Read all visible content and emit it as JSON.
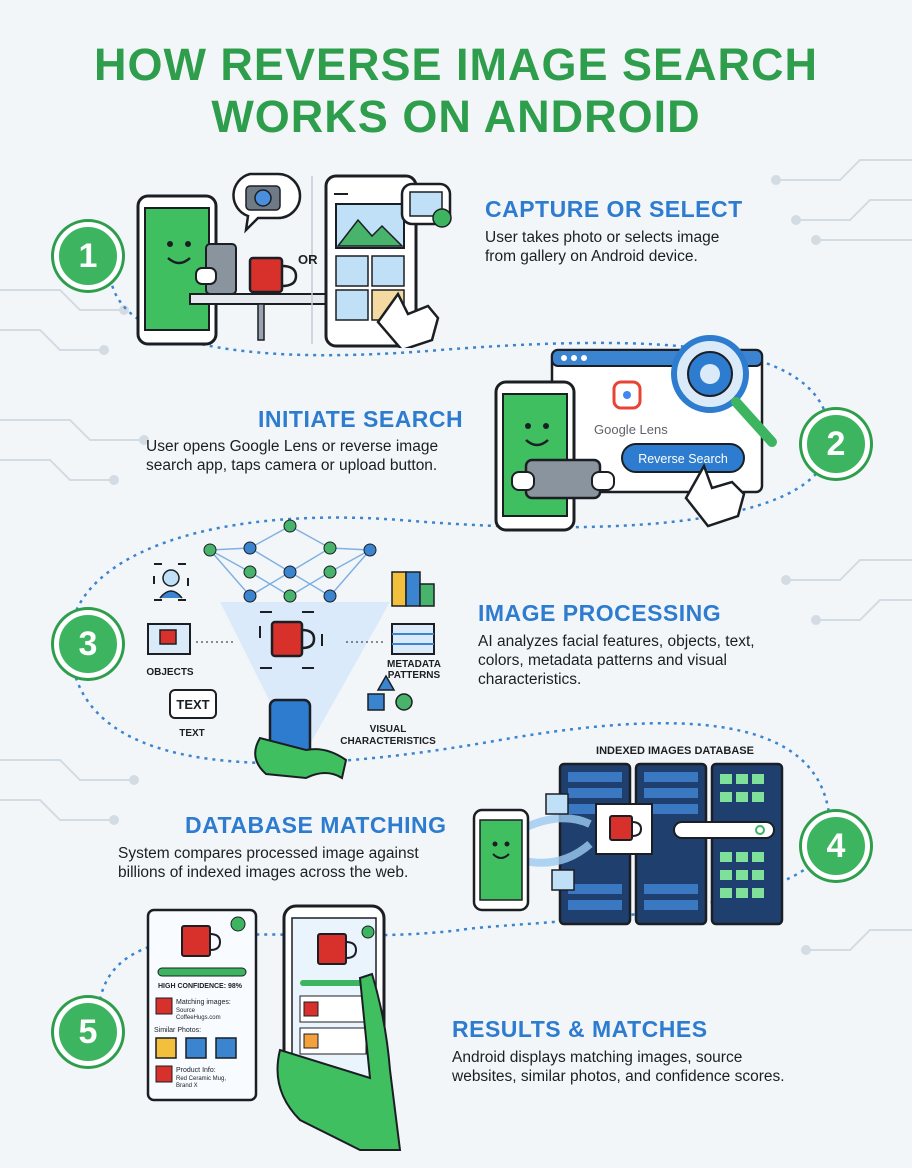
{
  "title": {
    "line1": "HOW REVERSE IMAGE SEARCH",
    "line2": "WORKS ON ANDROID"
  },
  "steps": [
    {
      "number": "1",
      "title": "CAPTURE OR SELECT",
      "desc_line1": "User takes photo or selects image",
      "desc_line2": "from gallery on Android device."
    },
    {
      "number": "2",
      "title": "INITIATE SEARCH",
      "desc_line1": "User opens Google Lens or reverse image",
      "desc_line2": "search app, taps camera or upload button."
    },
    {
      "number": "3",
      "title": "IMAGE PROCESSING",
      "desc_line1": "AI analyzes facial features, objects, text,",
      "desc_line2": "colors, metadata patterns and visual",
      "desc_line3": "characteristics."
    },
    {
      "number": "4",
      "title": "DATABASE MATCHING",
      "desc_line1": "System compares processed image against",
      "desc_line2": "billions of indexed images across the web."
    },
    {
      "number": "5",
      "title": "RESULTS & MATCHES",
      "desc_line1": "Android displays matching images, source",
      "desc_line2": "websites, similar photos, and confidence scores."
    }
  ],
  "illustrations": {
    "or_label": "OR",
    "google_lens_label": "Google Lens",
    "reverse_search_button": "Reverse Search",
    "objects_label": "OBJECTS",
    "text_bubble": "TEXT",
    "text_label": "TEXT",
    "metadata_label_1": "METADATA",
    "metadata_label_2": "PATTERNS",
    "visual_label_1": "VISUAL",
    "visual_label_2": "CHARACTERISTICS",
    "database_label": "INDEXED IMAGES DATABASE",
    "confidence_label": "HIGH CONFIDENCE: 98%",
    "matching_images": "Matching images:",
    "matching_source_1": "Source",
    "matching_source_2": "CoffeeHugs.com",
    "similar_photos": "Similar Photos:",
    "product_info": "Product Info:",
    "product_line_1": "Red Ceramic Mug,",
    "product_line_2": "Brand X"
  },
  "colors": {
    "title_green": "#2e9e4c",
    "step_blue": "#2d7ccf",
    "badge_green": "#3db560",
    "mug_red": "#d8302a",
    "server_navy": "#1f3f6e"
  }
}
